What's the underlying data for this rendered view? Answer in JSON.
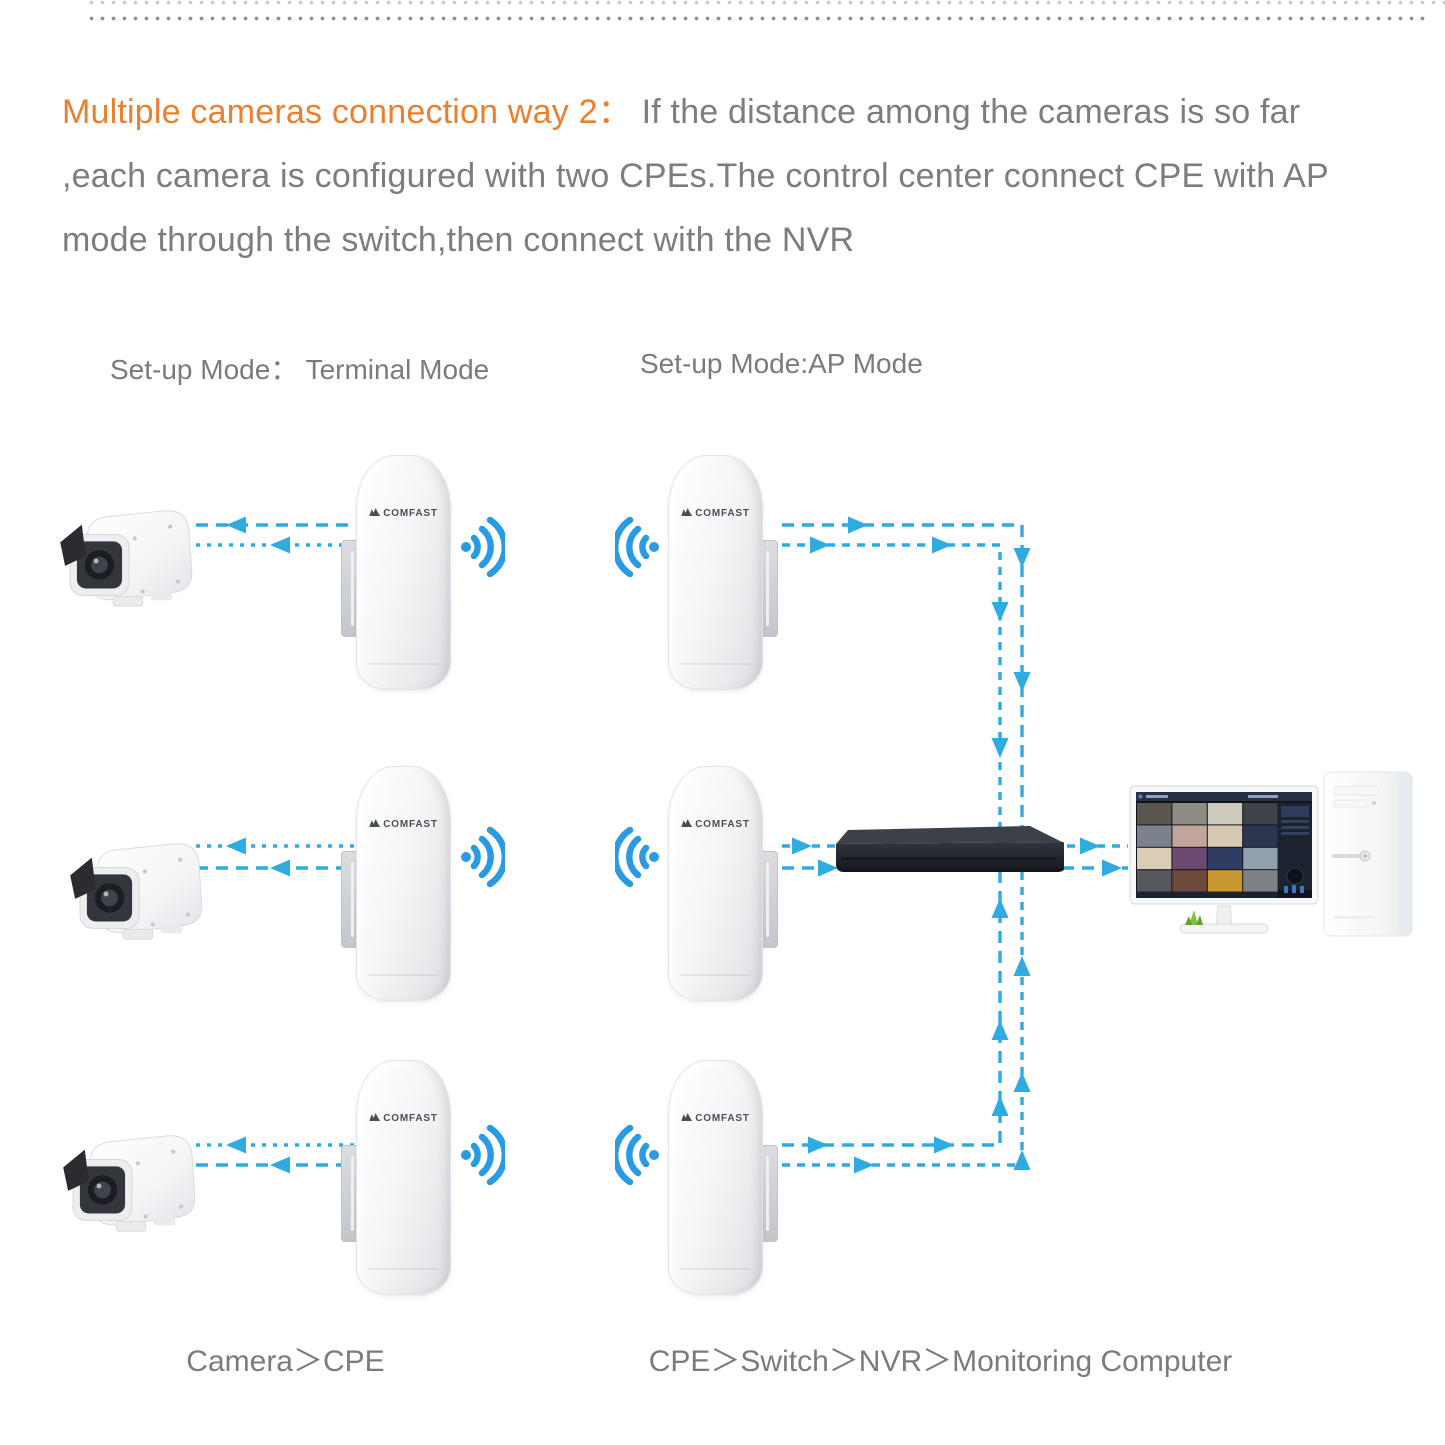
{
  "title": {
    "highlight": "Multiple cameras connection way 2：",
    "body": "If the distance among the cameras is so far ,each camera is configured with two CPEs.The control center connect CPE with AP mode through the switch,then connect with the NVR"
  },
  "setup_modes": {
    "left": "Set-up Mode： Terminal Mode",
    "right": "Set-up Mode:AP Mode"
  },
  "flow_labels": {
    "left": "Camera＞CPE",
    "right": "CPE＞Switch＞NVR＞Monitoring Computer"
  },
  "devices": {
    "cpe_brand": "COMFAST",
    "camera_count": 3,
    "cpe_terminal_count": 3,
    "cpe_ap_count": 3
  },
  "colors": {
    "accent_orange": "#e8802f",
    "arrow_blue": "#2fabe1",
    "wifi_blue": "#2a9be3",
    "text_gray": "#7b7b7b"
  },
  "monitor": {
    "thumbnail_colors": [
      "#5a564f",
      "#8e8a84",
      "#cfcabe",
      "#3f4248",
      "#7c828c",
      "#c2a49a",
      "#d8c9b2",
      "#2e3550",
      "#d9cdb6",
      "#6a4a6e",
      "#2f3d63",
      "#93a0ad",
      "#55575c",
      "#6e4a3e",
      "#c9972f",
      "#7e8287"
    ]
  }
}
